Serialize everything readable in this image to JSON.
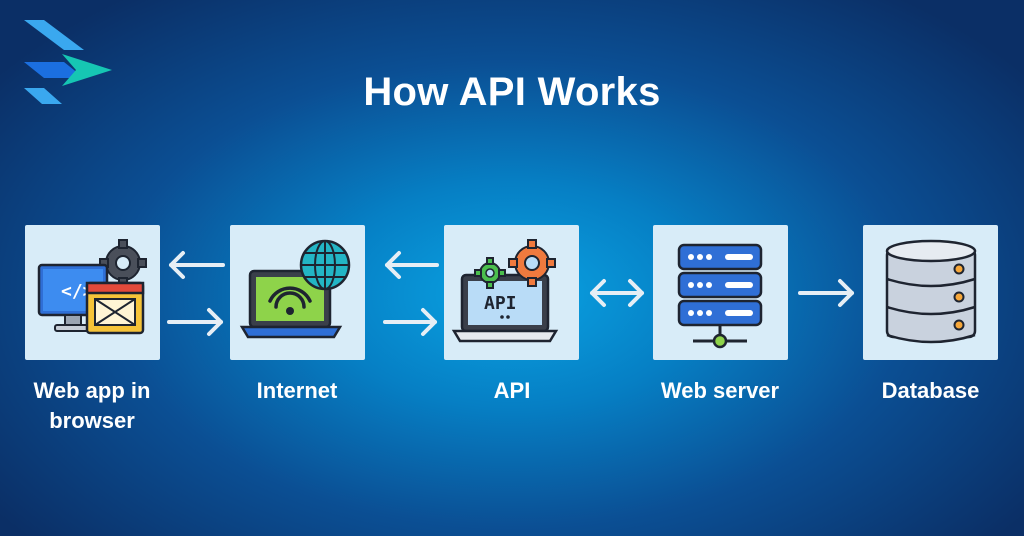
{
  "title": "How API Works",
  "colors": {
    "background_center": "#0aa3e3",
    "background_edge": "#0b2f66",
    "card": "#d8ecf8",
    "arrow": "#e6eef5",
    "logo_blue": "#3aa8ef",
    "logo_teal": "#16c6b3"
  },
  "nodes": [
    {
      "id": "web-app",
      "label": "Web app in browser",
      "icon": "browser-app-icon"
    },
    {
      "id": "internet",
      "label": "Internet",
      "icon": "internet-laptop-icon"
    },
    {
      "id": "api",
      "label": "API",
      "icon": "api-laptop-icon",
      "screen_text": "API"
    },
    {
      "id": "web-server",
      "label": "Web server",
      "icon": "server-rack-icon"
    },
    {
      "id": "database",
      "label": "Database",
      "icon": "database-icon"
    }
  ],
  "connections": [
    {
      "from": "internet",
      "to": "web-app",
      "direction": "left"
    },
    {
      "from": "web-app",
      "to": "internet",
      "direction": "right"
    },
    {
      "from": "api",
      "to": "internet",
      "direction": "left"
    },
    {
      "from": "internet",
      "to": "api",
      "direction": "right"
    },
    {
      "from": "api",
      "to": "web-server",
      "direction": "both"
    },
    {
      "from": "web-server",
      "to": "database",
      "direction": "right"
    }
  ]
}
